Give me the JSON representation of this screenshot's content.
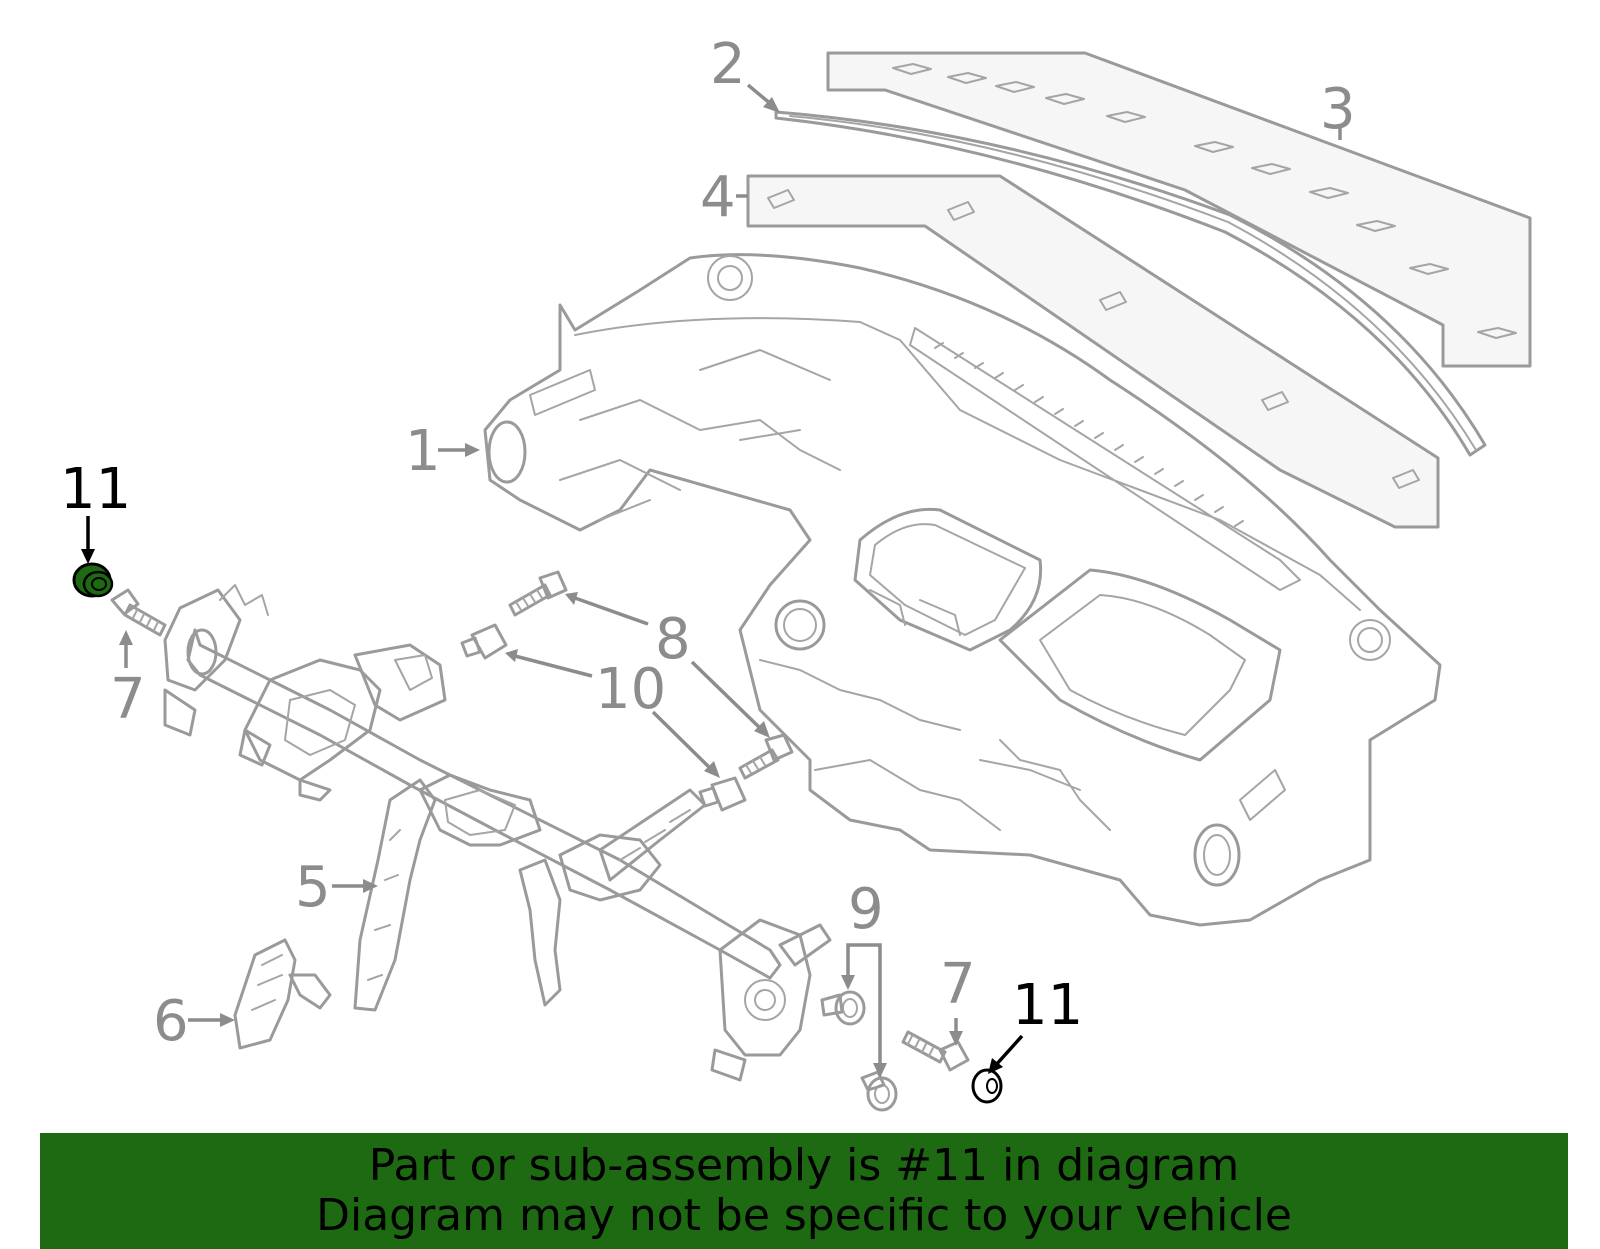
{
  "callouts": [
    {
      "id": "1",
      "text": "1"
    },
    {
      "id": "2",
      "text": "2"
    },
    {
      "id": "3",
      "text": "3"
    },
    {
      "id": "4",
      "text": "4"
    },
    {
      "id": "5",
      "text": "5"
    },
    {
      "id": "6",
      "text": "6"
    },
    {
      "id": "7a",
      "text": "7"
    },
    {
      "id": "7b",
      "text": "7"
    },
    {
      "id": "8",
      "text": "8"
    },
    {
      "id": "9",
      "text": "9"
    },
    {
      "id": "10",
      "text": "10"
    },
    {
      "id": "11a",
      "text": "11"
    },
    {
      "id": "11b",
      "text": "11"
    }
  ],
  "highlight": {
    "part": "11",
    "fill_color": "#1e6a12",
    "label_color": "#000000"
  },
  "banner": {
    "line1": "Part or sub-assembly is #11 in diagram",
    "line2": "Diagram may not be specific to your vehicle",
    "background": "#1e6a12"
  }
}
